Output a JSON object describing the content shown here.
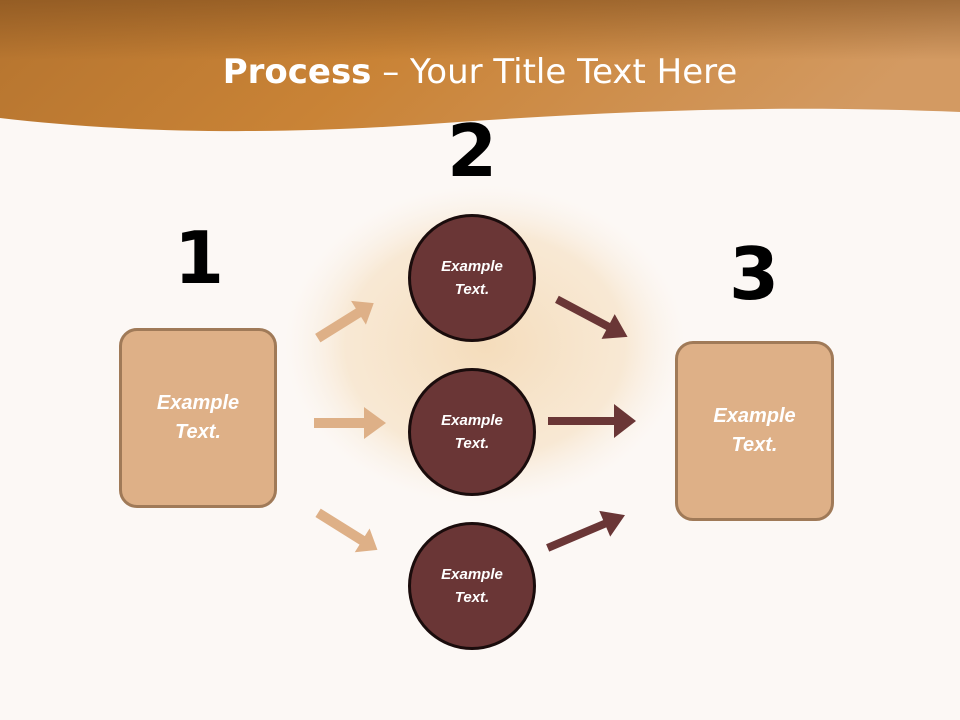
{
  "slide": {
    "title_bold": "Process",
    "title_rest": " – Your Title Text Here"
  },
  "steps": {
    "one": {
      "number": "1",
      "text": "Example Text."
    },
    "two": {
      "number": "2",
      "circles": [
        {
          "text": "Example Text."
        },
        {
          "text": "Example Text."
        },
        {
          "text": "Example Text."
        }
      ]
    },
    "three": {
      "number": "3",
      "text": "Example Text."
    }
  },
  "colors": {
    "header": "#c9843e",
    "box_fill": "#deb087",
    "circle_fill": "#6a3636",
    "arrow_light": "#deb087",
    "arrow_dark": "#6a3636"
  }
}
